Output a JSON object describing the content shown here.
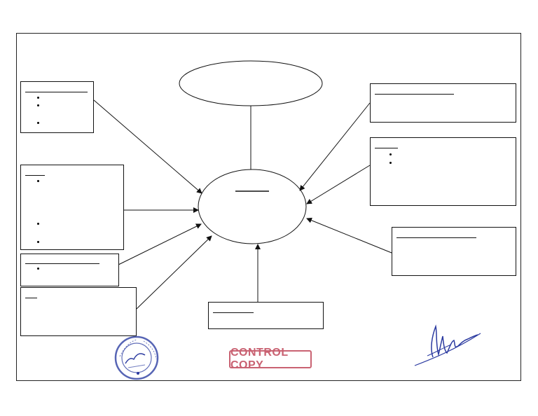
{
  "diagram": {
    "type": "process-interaction-diagram",
    "center_process_label": "",
    "top_node_label": "",
    "boxes": [
      {
        "id": "left-1",
        "heading": "",
        "bullets": [
          "",
          "",
          ""
        ]
      },
      {
        "id": "left-2",
        "heading": "",
        "bullets": [
          "",
          "",
          ""
        ]
      },
      {
        "id": "left-3",
        "heading": "",
        "bullets": [
          ""
        ]
      },
      {
        "id": "left-4",
        "heading": "",
        "bullets": []
      },
      {
        "id": "bottom",
        "heading": "",
        "bullets": []
      },
      {
        "id": "right-1",
        "heading": "",
        "bullets": []
      },
      {
        "id": "right-2",
        "heading": "",
        "bullets": [
          "",
          ""
        ]
      },
      {
        "id": "right-3",
        "heading": "",
        "bullets": []
      }
    ]
  },
  "stamp": {
    "text": "CONTROL COPY",
    "color": "#c0475a"
  },
  "seal": {
    "text": "",
    "color": "#3a4aa8"
  },
  "signature": {
    "color": "#2b3aa0"
  }
}
